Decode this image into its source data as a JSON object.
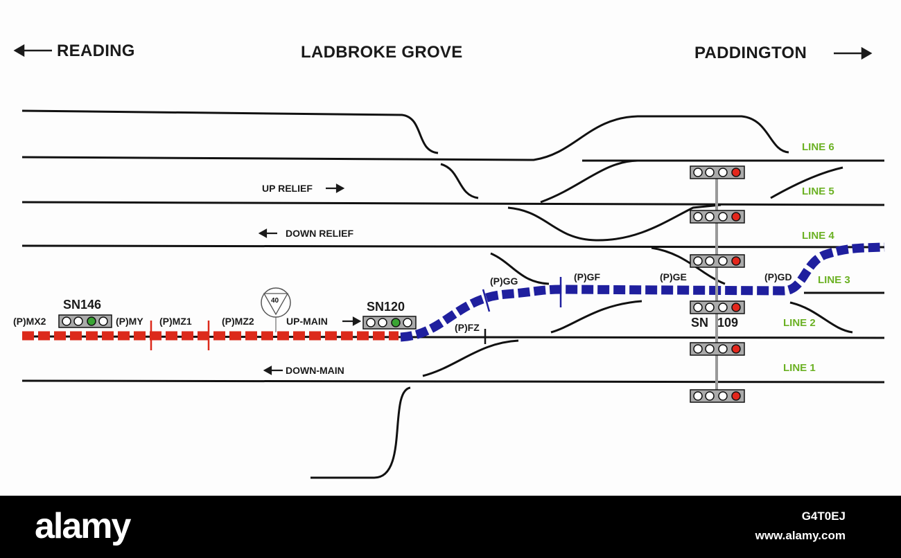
{
  "headers": {
    "reading": "READING",
    "ladbroke": "LADBROKE GROVE",
    "paddington": "PADDINGTON"
  },
  "directions": {
    "up_relief": "UP RELIEF",
    "down_relief": "DOWN RELIEF",
    "up_main": "UP-MAIN",
    "down_main": "DOWN-MAIN"
  },
  "signals": {
    "sn146": "SN146",
    "sn120": "SN120",
    "sn109": "SN 109"
  },
  "track_circuits": {
    "mx2": "(P)MX2",
    "my": "(P)MY",
    "mz1": "(P)MZ1",
    "mz2": "(P)MZ2",
    "fz": "(P)FZ",
    "gg": "(P)GG",
    "gf": "(P)GF",
    "ge": "(P)GE",
    "gd": "(P)GD"
  },
  "speed_limit": "40",
  "lines": {
    "line6": "LINE 6",
    "line5": "LINE 5",
    "line4": "LINE 4",
    "line3": "LINE 3",
    "line2": "LINE 2",
    "line1": "LINE 1"
  },
  "aspect_colors": {
    "green": "#3aa534",
    "red": "#e3271c",
    "off": "#ffffff"
  },
  "route_colors": {
    "red_route": "#dc2a1b",
    "blue_route": "#1f1f9e"
  },
  "footer": {
    "brand": "alamy",
    "image_id": "G4T0EJ",
    "url": "www.alamy.com"
  }
}
